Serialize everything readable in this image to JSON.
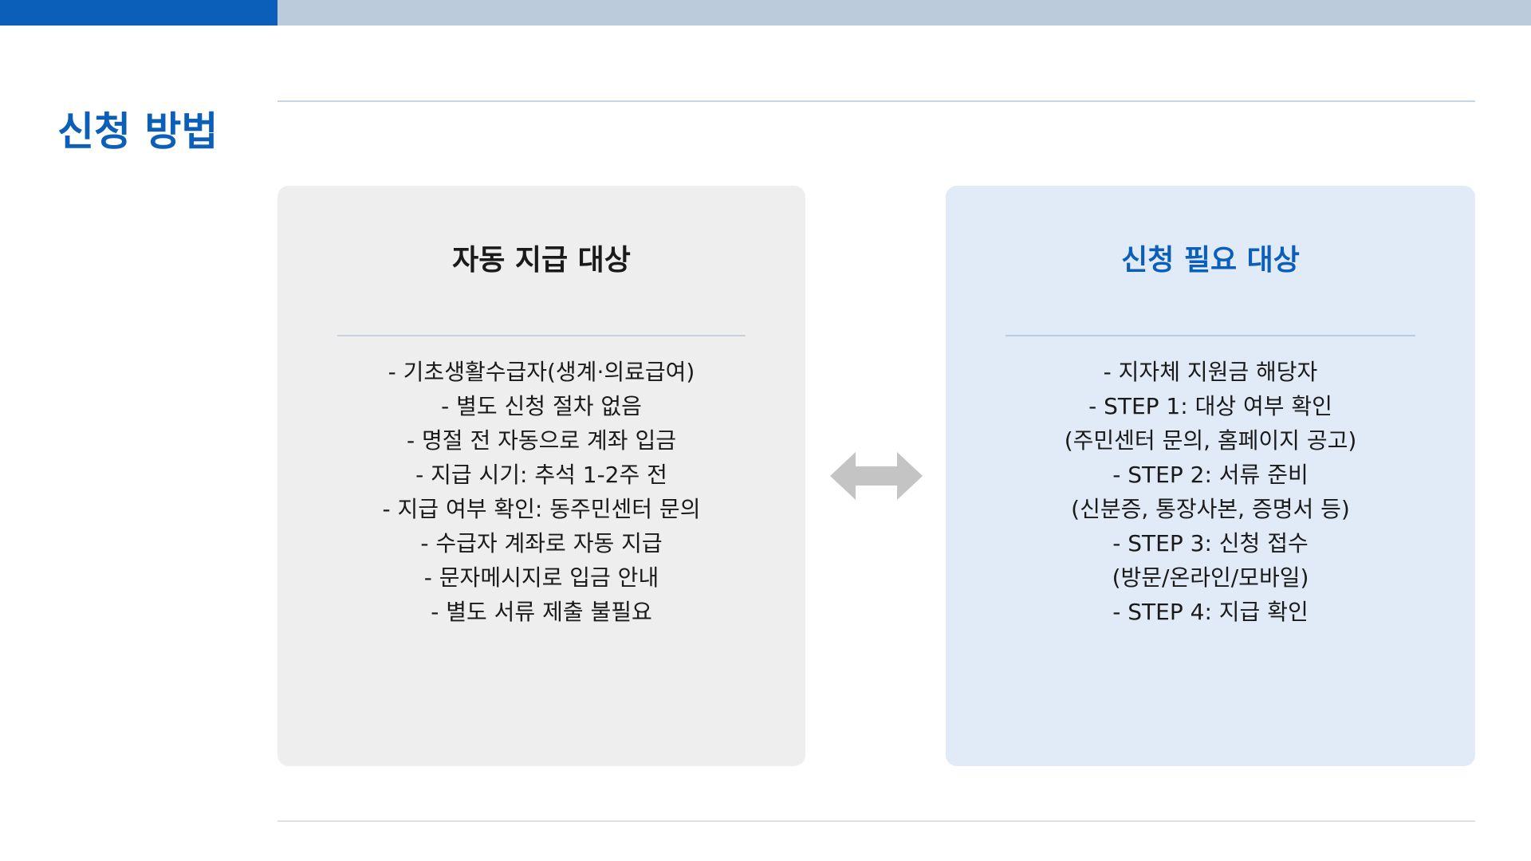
{
  "title": "신청 방법",
  "colors": {
    "accent": "#0b5fb8",
    "top_bar": "#bccbdb",
    "left_card_bg": "#eeeeee",
    "right_card_bg": "#e0ebf7",
    "arrow": "#c4c4c4"
  },
  "left_card": {
    "title": "자동 지급 대상",
    "items": [
      "- 기초생활수급자(생계·의료급여)",
      "- 별도 신청 절차 없음",
      "- 명절 전 자동으로 계좌 입금",
      "- 지급 시기: 추석 1-2주 전",
      "- 지급 여부 확인: 동주민센터 문의",
      "- 수급자 계좌로 자동 지급",
      "- 문자메시지로 입금 안내",
      "- 별도 서류 제출 불필요"
    ]
  },
  "right_card": {
    "title": "신청 필요 대상",
    "items": [
      "- 지자체 지원금 해당자",
      "- STEP 1: 대상 여부 확인",
      "(주민센터 문의, 홈페이지 공고)",
      "- STEP 2: 서류 준비",
      "(신분증, 통장사본, 증명서 등)",
      "- STEP 3: 신청 접수",
      "(방문/온라인/모바일)",
      "- STEP 4: 지급 확인"
    ]
  },
  "icons": {
    "center_arrow": "double-arrow-icon"
  }
}
